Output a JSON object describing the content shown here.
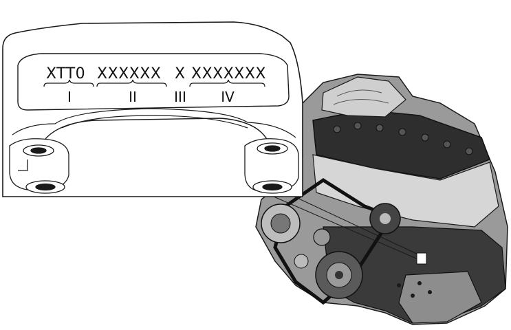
{
  "plate": {
    "segments": [
      {
        "code": "XTT0",
        "roman": "I"
      },
      {
        "code": "XXXXXX",
        "roman": "II"
      },
      {
        "code": "X",
        "roman": "III"
      },
      {
        "code": "XXXXXXX",
        "roman": "IV"
      }
    ]
  },
  "colors": {
    "line": "#1a1a1a",
    "engine_dark": "#2b2b2b",
    "engine_mid": "#8a8a8a",
    "engine_light": "#d4d4d4"
  }
}
